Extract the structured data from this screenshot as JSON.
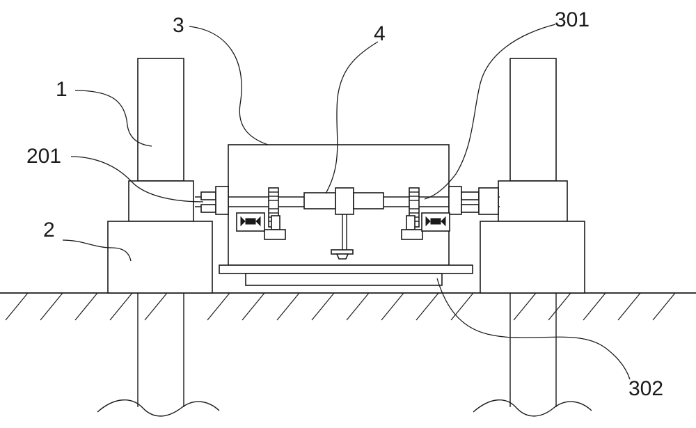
{
  "figure": {
    "callouts": [
      {
        "id": "c1",
        "text": "1"
      },
      {
        "id": "c2",
        "text": "2"
      },
      {
        "id": "c201",
        "text": "201"
      },
      {
        "id": "c3",
        "text": "3"
      },
      {
        "id": "c4",
        "text": "4"
      },
      {
        "id": "c301",
        "text": "301"
      },
      {
        "id": "c302",
        "text": "302"
      }
    ]
  }
}
